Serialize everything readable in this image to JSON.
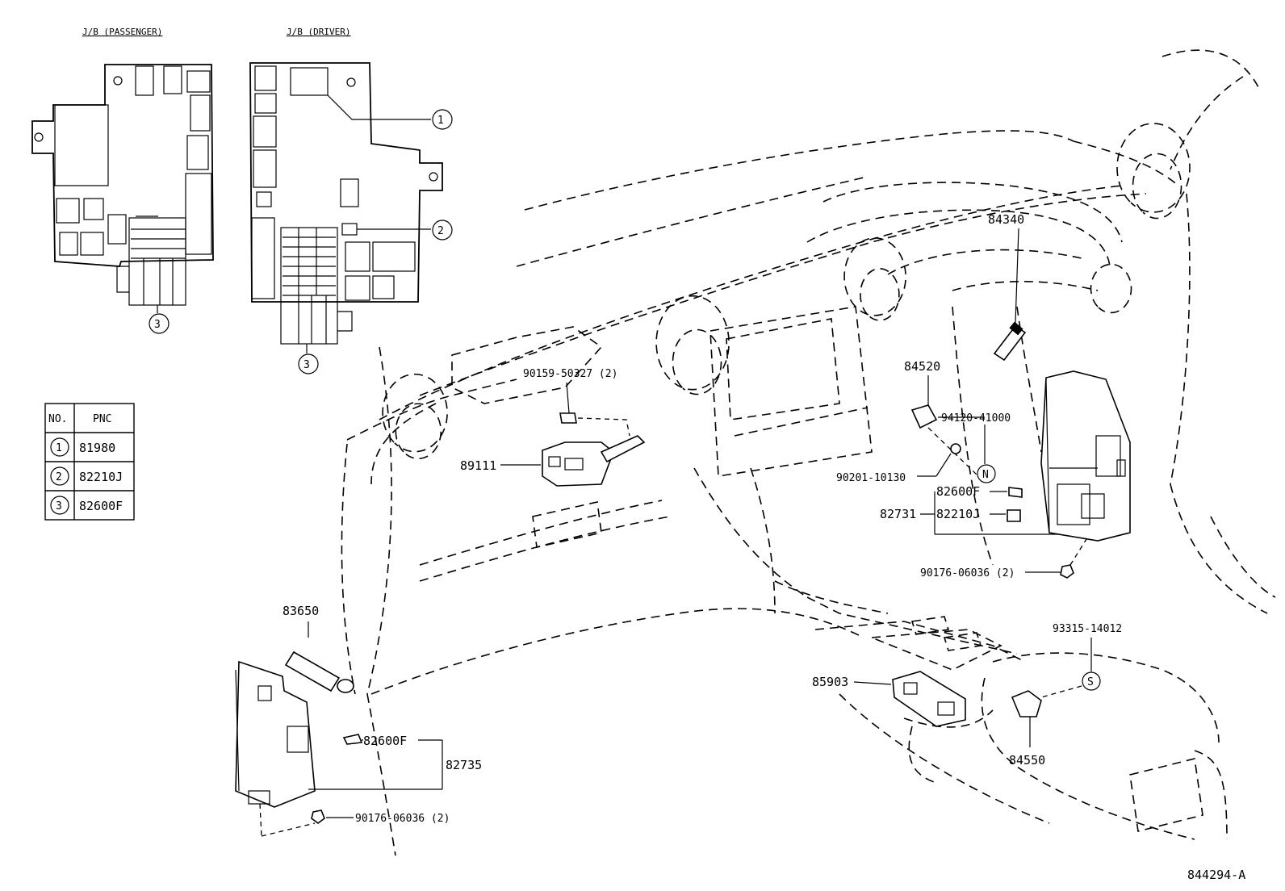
{
  "junction_boxes": {
    "passenger_label": "J/B (PASSENGER)",
    "driver_label": "J/B (DRIVER)"
  },
  "callouts": [
    "1",
    "2",
    "3"
  ],
  "pnc_table": {
    "header_no": "NO.",
    "header_pnc": "PNC",
    "rows": [
      {
        "no": "1",
        "pnc": "81980"
      },
      {
        "no": "2",
        "pnc": "82210J"
      },
      {
        "no": "3",
        "pnc": "82600F"
      }
    ]
  },
  "parts": {
    "p84340": "84340",
    "p84520": "84520",
    "p94120": "94120-41000",
    "p90201": "90201-10130",
    "p82600F_r": "82600F",
    "p82731": "82731",
    "p82210J_r": "82210J",
    "p90176_r": "90176-06036 (2)",
    "p93315": "93315-14012",
    "p85903": "85903",
    "p84550": "84550",
    "p90159": "90159-50327 (2)",
    "p89111": "89111",
    "p83650": "83650",
    "p82600F_l": "82600F",
    "p82735": "82735",
    "p90176_l": "90176-06036 (2)"
  },
  "letter_marks": {
    "n": "N",
    "s": "S"
  },
  "figure_id": "844294-A"
}
